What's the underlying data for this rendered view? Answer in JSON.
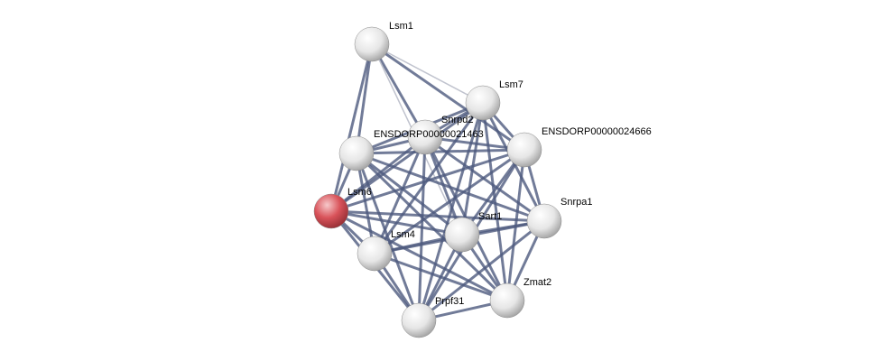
{
  "network": {
    "colors": {
      "edge": "#4e5a7e",
      "edge_light": "#b9bdc9",
      "node": "#f2f2f2",
      "query_node": "#d9535a"
    },
    "nodes": [
      {
        "id": "lsm1",
        "label": "Lsm1",
        "query": false
      },
      {
        "id": "lsm7",
        "label": "Lsm7",
        "query": false
      },
      {
        "id": "snrpd2",
        "label": "Snrpd2",
        "query": false
      },
      {
        "id": "ensdorp21463",
        "label": "ENSDORP00000021463",
        "query": false
      },
      {
        "id": "ensdorp24666",
        "label": "ENSDORP00000024666",
        "query": false
      },
      {
        "id": "lsm6",
        "label": "Lsm6",
        "query": true
      },
      {
        "id": "snrpa1",
        "label": "Snrpa1",
        "query": false
      },
      {
        "id": "sart1",
        "label": "Sart1",
        "query": false
      },
      {
        "id": "lsm4",
        "label": "Lsm4",
        "query": false
      },
      {
        "id": "zmat2",
        "label": "Zmat2",
        "query": false
      },
      {
        "id": "prpf31",
        "label": "Prpf31",
        "query": false
      }
    ]
  }
}
